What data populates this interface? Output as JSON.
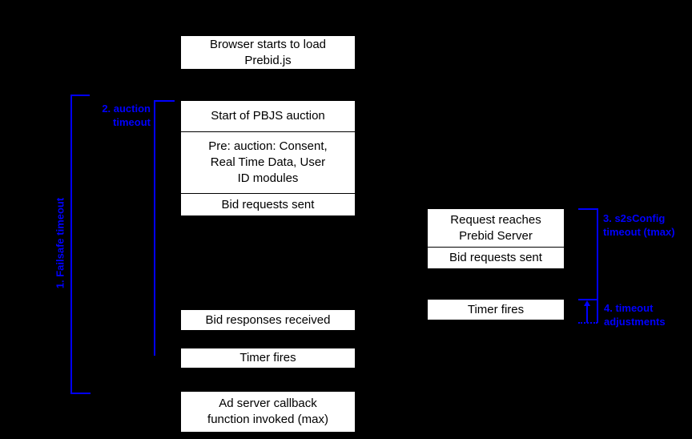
{
  "colors": {
    "background": "#000000",
    "accent": "#0000ff",
    "box_fill": "#ffffff",
    "box_text": "#000000"
  },
  "browser_column": {
    "browser_load": {
      "lines": [
        "Browser starts to load",
        "Prebid.js"
      ]
    },
    "start_auction": {
      "lines": [
        "Start of PBJS auction"
      ]
    },
    "pre_auction": {
      "lines": [
        "Pre: auction: Consent,",
        "Real Time Data, User",
        "ID modules"
      ]
    },
    "bid_requests_sent": {
      "lines": [
        "Bid requests sent"
      ]
    },
    "bid_responses": {
      "lines": [
        "Bid responses received"
      ]
    },
    "timer_fires": {
      "lines": [
        "Timer fires"
      ]
    },
    "ad_server_callback": {
      "lines": [
        "Ad server callback",
        "function invoked (max)"
      ]
    }
  },
  "server_column": {
    "request_reaches": {
      "lines": [
        "Request reaches",
        "Prebid Server"
      ]
    },
    "bid_requests_sent": {
      "lines": [
        "Bid requests sent"
      ]
    },
    "timer_fires": {
      "lines": [
        "Timer fires"
      ]
    }
  },
  "annotations": {
    "failsafe_timeout": {
      "label": "1. Failsafe timeout"
    },
    "auction_timeout": {
      "lines": [
        "2. auction",
        "timeout"
      ]
    },
    "s2s_config_timeout": {
      "lines": [
        "3. s2sConfig",
        "timeout (tmax)"
      ]
    },
    "timeout_adjustments": {
      "lines": [
        "4. timeout",
        "adjustments"
      ]
    }
  }
}
